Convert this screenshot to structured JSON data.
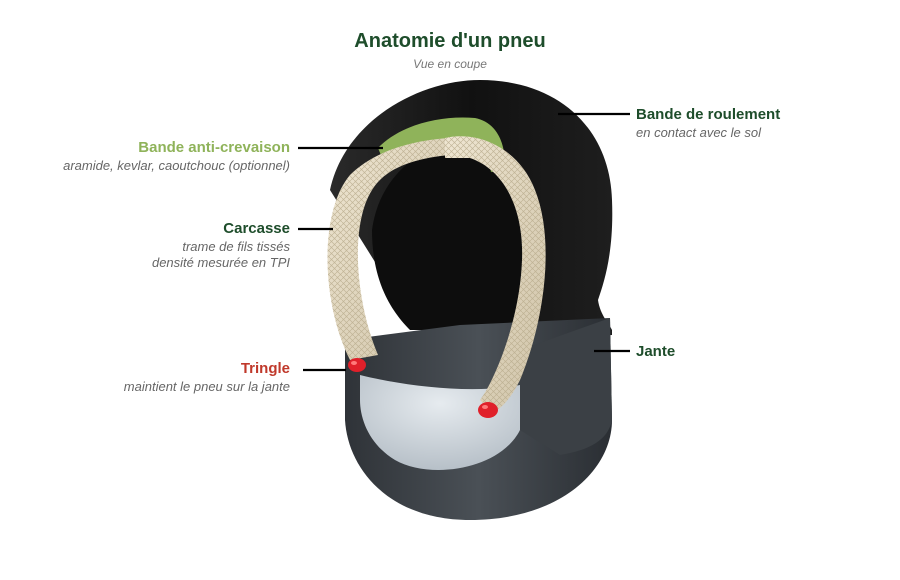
{
  "title": "Anatomie d'un pneu",
  "subtitle": "Vue en coupe",
  "colors": {
    "title": "#1e4d2b",
    "green": "#8fb35a",
    "red": "#c0392b",
    "tire": "#1c1c1c",
    "rim": "#3a3f44",
    "casing": "#e6dcc6"
  },
  "labels": {
    "bande_roulement": {
      "name": "Bande de roulement",
      "desc": "en contact avec le sol"
    },
    "anti_crevaison": {
      "name": "Bande anti-crevaison",
      "desc": "aramide, kevlar, caoutchouc (optionnel)"
    },
    "carcasse": {
      "name": "Carcasse",
      "desc1": "trame de fils tissés",
      "desc2": "densité mesurée en TPI"
    },
    "tringle": {
      "name": "Tringle",
      "desc": "maintient le pneu sur la jante"
    },
    "jante": {
      "name": "Jante"
    }
  }
}
